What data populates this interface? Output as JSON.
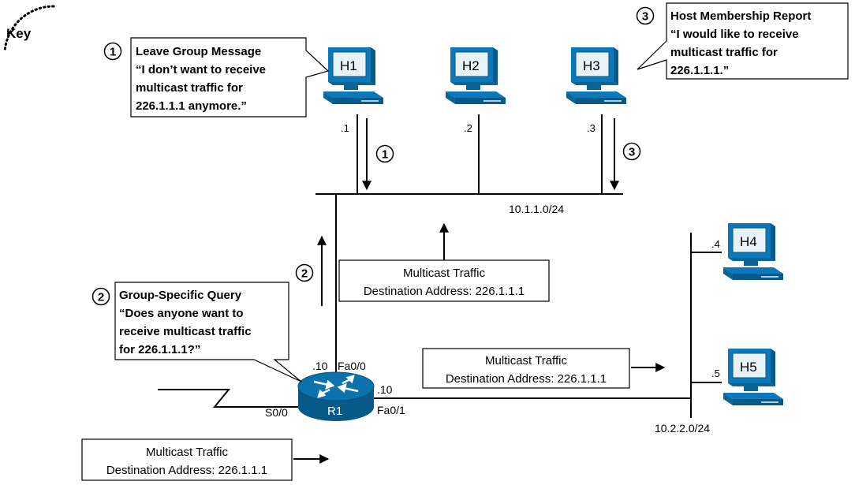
{
  "key_label": "Key",
  "hosts": [
    {
      "name": "H1",
      "address": ".1"
    },
    {
      "name": "H2",
      "address": ".2"
    },
    {
      "name": "H3",
      "address": ".3"
    },
    {
      "name": "H4",
      "address": ".4"
    },
    {
      "name": "H5",
      "address": ".5"
    }
  ],
  "router": {
    "name": "R1",
    "fa00_label": "Fa0/0",
    "fa00_addr": ".10",
    "fa01_label": "Fa0/1",
    "fa01_addr": ".10",
    "s00_label": "S0/0"
  },
  "subnets": {
    "lan1": "10.1.1.0/24",
    "lan2": "10.2.2.0/24"
  },
  "steps": [
    "1",
    "2",
    "3"
  ],
  "callouts": {
    "leave": {
      "title": "Leave Group Message",
      "lines": [
        "“I don’t want to receive",
        "multicast traffic for",
        "226.1.1.1 anymore.”"
      ]
    },
    "report": {
      "title": "Host Membership Report",
      "lines": [
        "“I would like to receive",
        "multicast traffic for",
        "226.1.1.1.”"
      ]
    },
    "query": {
      "title": "Group-Specific Query",
      "lines": [
        "“Does anyone want to",
        "receive multicast traffic",
        "for 226.1.1.1?”"
      ]
    }
  },
  "traffic_boxes": {
    "lan1": [
      "Multicast Traffic",
      "Destination Address: 226.1.1.1"
    ],
    "lan2": [
      "Multicast Traffic",
      "Destination Address: 226.1.1.1"
    ],
    "wan": [
      "Multicast Traffic",
      "Destination Address: 226.1.1.1"
    ]
  },
  "colors": {
    "host_blue": "#0a78b9",
    "screen": "#e9f2f8",
    "router_blue": "#0b72ad",
    "line": "#000000"
  }
}
